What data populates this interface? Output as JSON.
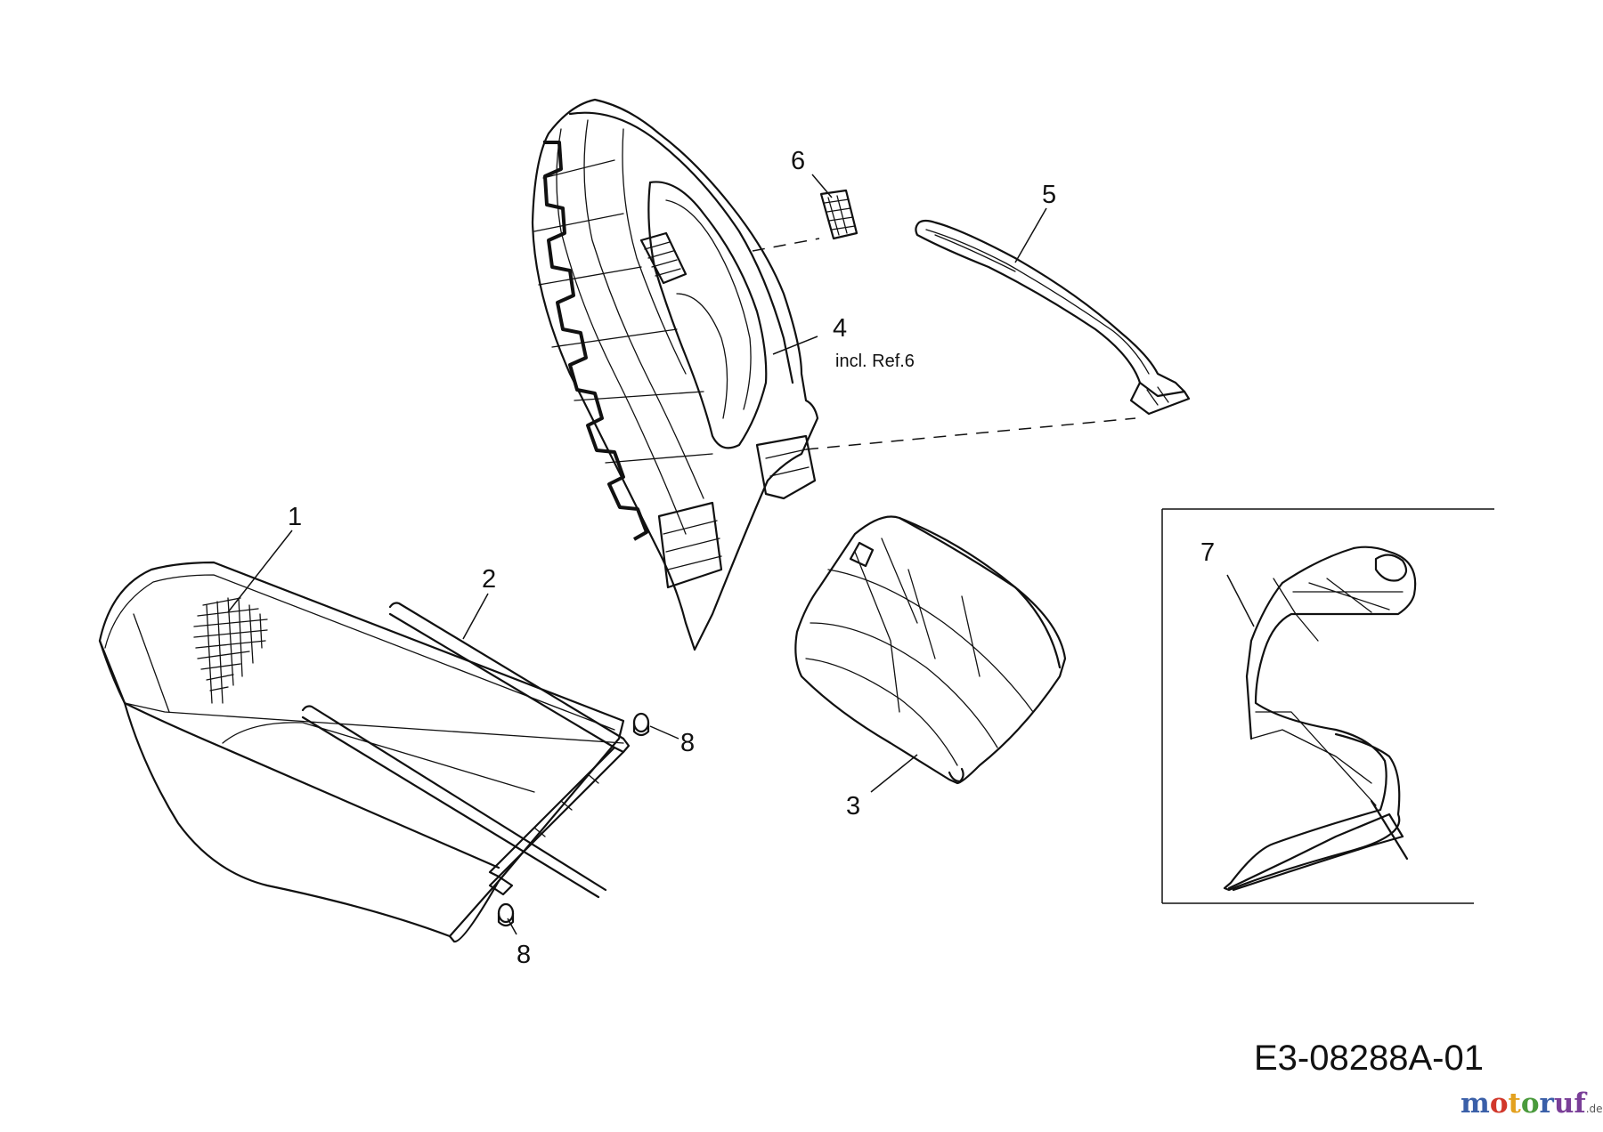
{
  "callouts": [
    {
      "id": "1",
      "label": "1",
      "note": ""
    },
    {
      "id": "2",
      "label": "2",
      "note": ""
    },
    {
      "id": "3",
      "label": "3",
      "note": ""
    },
    {
      "id": "4",
      "label": "4",
      "note": "incl. Ref.6"
    },
    {
      "id": "5",
      "label": "5",
      "note": ""
    },
    {
      "id": "6",
      "label": "6",
      "note": ""
    },
    {
      "id": "7",
      "label": "7",
      "note": ""
    },
    {
      "id": "8a",
      "label": "8",
      "note": ""
    },
    {
      "id": "8b",
      "label": "8",
      "note": ""
    }
  ],
  "drawing_number": "E3-08288A-01",
  "watermark": {
    "text": "motoruf",
    "tld": ".de",
    "colors": [
      "#3a5fa8",
      "#d1372b",
      "#e3a11f",
      "#4a9a3c",
      "#3a5fa8",
      "#7a3f98"
    ]
  },
  "colors": {
    "line": "#111111",
    "background": "#ffffff"
  }
}
